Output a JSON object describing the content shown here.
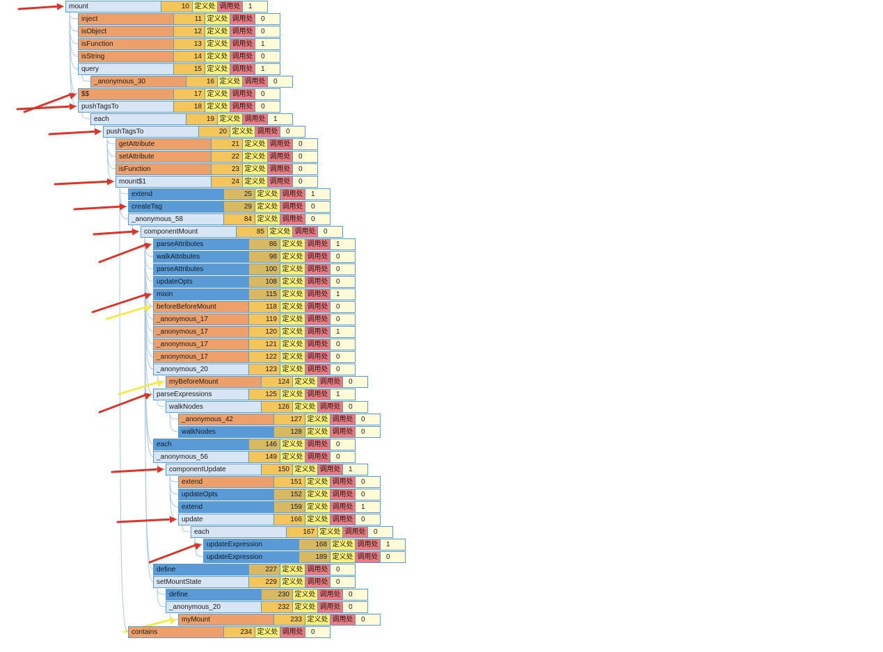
{
  "labels": {
    "definition": "定义处",
    "callsite": "调用处"
  },
  "colors": {
    "light_fill": "#d7e5f4",
    "orange_fill": "#eea06a",
    "blue_fill": "#5b9bd5",
    "line_fill": "#f3c55b",
    "def_fill": "#fff176",
    "call_fill": "#ec7a7f",
    "count_fill": "#fffbd8",
    "connector": "#a9c8e4",
    "arrow_red": "#d9362b",
    "arrow_yellow": "#f4ea4f"
  },
  "rows": [
    {
      "name": "mount",
      "line": "10",
      "count": "1",
      "depth": 0,
      "kind": "light",
      "arrow": "red"
    },
    {
      "name": "inject",
      "line": "11",
      "count": "0",
      "depth": 1,
      "kind": "orange"
    },
    {
      "name": "isObject",
      "line": "12",
      "count": "0",
      "depth": 1,
      "kind": "orange"
    },
    {
      "name": "isFunction",
      "line": "13",
      "count": "1",
      "depth": 1,
      "kind": "orange"
    },
    {
      "name": "isString",
      "line": "14",
      "count": "0",
      "depth": 1,
      "kind": "orange"
    },
    {
      "name": "query",
      "line": "15",
      "count": "1",
      "depth": 1,
      "kind": "light"
    },
    {
      "name": "_anonymous_30",
      "line": "16",
      "count": "0",
      "depth": 2,
      "kind": "orange"
    },
    {
      "name": "$$",
      "line": "17",
      "count": "0",
      "depth": 1,
      "kind": "orange",
      "arrow": "red"
    },
    {
      "name": "pushTagsTo",
      "line": "18",
      "count": "0",
      "depth": 1,
      "kind": "light",
      "arrow": "red"
    },
    {
      "name": "each",
      "line": "19",
      "count": "1",
      "depth": 2,
      "kind": "light"
    },
    {
      "name": "pushTagsTo",
      "line": "20",
      "count": "0",
      "depth": 3,
      "kind": "light",
      "arrow": "red"
    },
    {
      "name": "getAttribute",
      "line": "21",
      "count": "0",
      "depth": 4,
      "kind": "orange"
    },
    {
      "name": "setAttribute",
      "line": "22",
      "count": "0",
      "depth": 4,
      "kind": "orange"
    },
    {
      "name": "isFunction",
      "line": "23",
      "count": "0",
      "depth": 4,
      "kind": "orange"
    },
    {
      "name": "mount$1",
      "line": "24",
      "count": "0",
      "depth": 4,
      "kind": "light",
      "arrow": "red"
    },
    {
      "name": "extend",
      "line": "25",
      "count": "1",
      "depth": 5,
      "kind": "blue"
    },
    {
      "name": "createTag",
      "line": "29",
      "count": "0",
      "depth": 5,
      "kind": "blue",
      "arrow": "red"
    },
    {
      "name": "_anonymous_58",
      "line": "84",
      "count": "0",
      "depth": 5,
      "kind": "light"
    },
    {
      "name": "componentMount",
      "line": "85",
      "count": "0",
      "depth": 6,
      "kind": "light",
      "arrow": "red"
    },
    {
      "name": "parseAttributes",
      "line": "86",
      "count": "1",
      "depth": 7,
      "kind": "blue",
      "arrow": "red"
    },
    {
      "name": "walkAttributes",
      "line": "98",
      "count": "0",
      "depth": 7,
      "kind": "blue"
    },
    {
      "name": "parseAttributes",
      "line": "100",
      "count": "0",
      "depth": 7,
      "kind": "blue"
    },
    {
      "name": "updateOpts",
      "line": "108",
      "count": "0",
      "depth": 7,
      "kind": "blue"
    },
    {
      "name": "mixin",
      "line": "115",
      "count": "1",
      "depth": 7,
      "kind": "blue",
      "arrow": "red"
    },
    {
      "name": "beforeBeforeMount",
      "line": "118",
      "count": "0",
      "depth": 7,
      "kind": "orange",
      "arrow": "yellow"
    },
    {
      "name": "_anonymous_17",
      "line": "119",
      "count": "0",
      "depth": 7,
      "kind": "orange"
    },
    {
      "name": "_anonymous_17",
      "line": "120",
      "count": "1",
      "depth": 7,
      "kind": "orange"
    },
    {
      "name": "_anonymous_17",
      "line": "121",
      "count": "0",
      "depth": 7,
      "kind": "orange"
    },
    {
      "name": "_anonymous_17",
      "line": "122",
      "count": "0",
      "depth": 7,
      "kind": "orange"
    },
    {
      "name": "_anonymous_20",
      "line": "123",
      "count": "0",
      "depth": 7,
      "kind": "light"
    },
    {
      "name": "myBeforeMount",
      "line": "124",
      "count": "0",
      "depth": 8,
      "kind": "orange",
      "arrow": "yellow"
    },
    {
      "name": "parseExpressions",
      "line": "125",
      "count": "1",
      "depth": 7,
      "kind": "light",
      "arrow": "red"
    },
    {
      "name": "walkNodes",
      "line": "126",
      "count": "0",
      "depth": 8,
      "kind": "light"
    },
    {
      "name": "_anonymous_42",
      "line": "127",
      "count": "0",
      "depth": 9,
      "kind": "orange"
    },
    {
      "name": "walkNodes",
      "line": "128",
      "count": "0",
      "depth": 9,
      "kind": "blue"
    },
    {
      "name": "each",
      "line": "146",
      "count": "0",
      "depth": 7,
      "kind": "blue"
    },
    {
      "name": "_anonymous_56",
      "line": "149",
      "count": "0",
      "depth": 7,
      "kind": "light"
    },
    {
      "name": "componentUpdate",
      "line": "150",
      "count": "1",
      "depth": 8,
      "kind": "light",
      "arrow": "red"
    },
    {
      "name": "extend",
      "line": "151",
      "count": "0",
      "depth": 9,
      "kind": "orange"
    },
    {
      "name": "updateOpts",
      "line": "152",
      "count": "0",
      "depth": 9,
      "kind": "blue"
    },
    {
      "name": "extend",
      "line": "159",
      "count": "1",
      "depth": 9,
      "kind": "blue"
    },
    {
      "name": "update",
      "line": "166",
      "count": "0",
      "depth": 9,
      "kind": "light",
      "arrow": "red"
    },
    {
      "name": "each",
      "line": "167",
      "count": "0",
      "depth": 10,
      "kind": "light"
    },
    {
      "name": "updateExpression",
      "line": "168",
      "count": "1",
      "depth": 11,
      "kind": "blue",
      "arrow": "red"
    },
    {
      "name": "updateExpression",
      "line": "189",
      "count": "0",
      "depth": 11,
      "kind": "blue"
    },
    {
      "name": "define",
      "line": "227",
      "count": "0",
      "depth": 7,
      "kind": "blue"
    },
    {
      "name": "setMountState",
      "line": "229",
      "count": "0",
      "depth": 7,
      "kind": "light"
    },
    {
      "name": "define",
      "line": "230",
      "count": "0",
      "depth": 8,
      "kind": "blue"
    },
    {
      "name": "_anonymous_20",
      "line": "232",
      "count": "0",
      "depth": 8,
      "kind": "light"
    },
    {
      "name": "myMount",
      "line": "233",
      "count": "0",
      "depth": 9,
      "kind": "orange",
      "arrow": "yellow"
    },
    {
      "name": "contains",
      "line": "234",
      "count": "0",
      "depth": 5,
      "kind": "orange"
    }
  ]
}
